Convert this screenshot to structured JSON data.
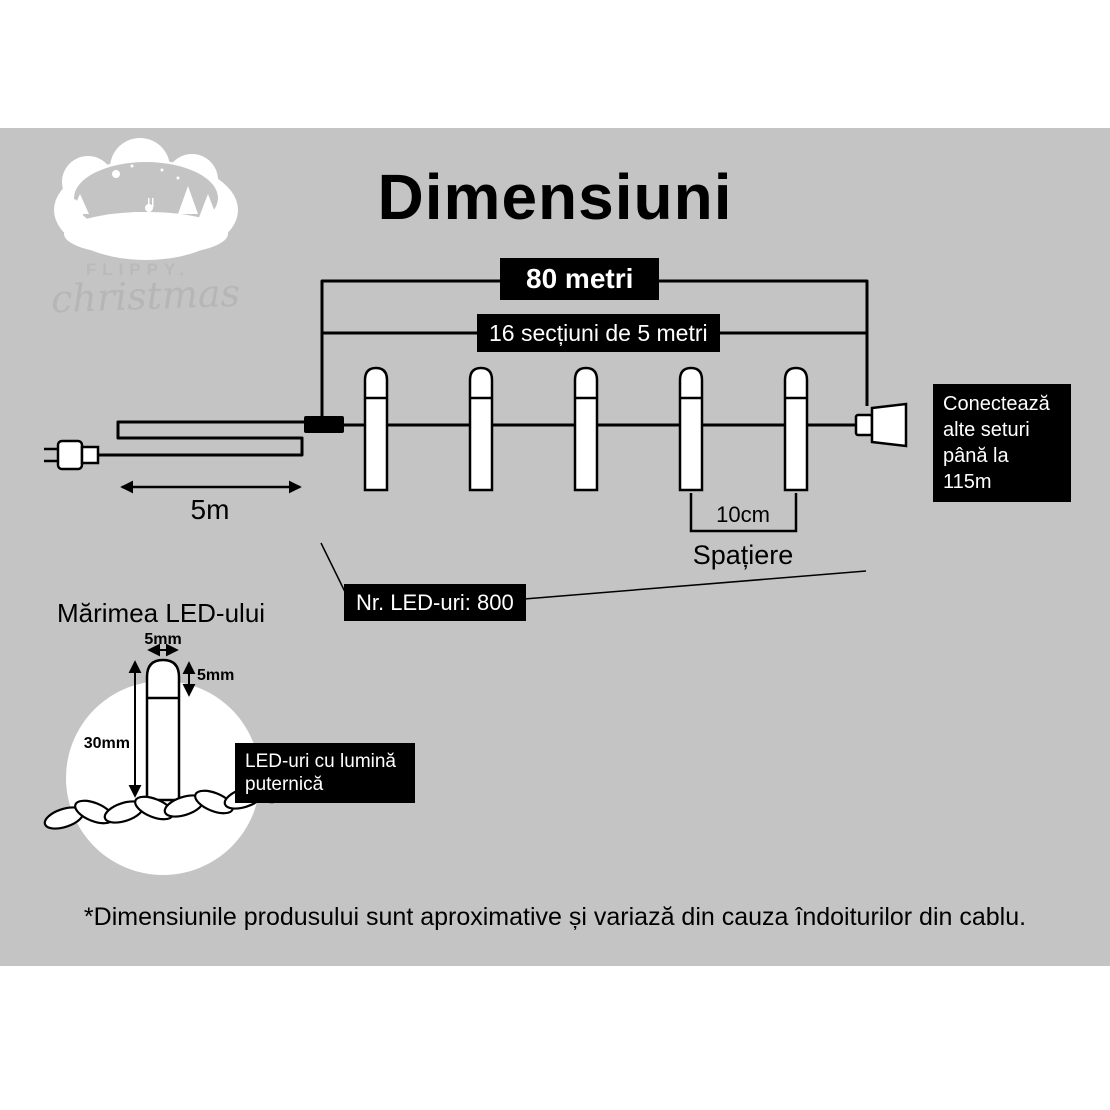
{
  "page": {
    "title": "Dimensiuni",
    "footnote": "*Dimensiunile produsului sunt aproximative și variază din cauza îndoiturilor din cablu."
  },
  "logo": {
    "brand_top": "FLIPPY.",
    "brand_script": "christmas"
  },
  "diagram": {
    "total_length_label": "80 metri",
    "sections_label": "16 secțiuni de 5 metri",
    "lead_length_label": "5m",
    "spacing_value_label": "10cm",
    "spacing_caption": "Spațiere",
    "led_count_label": "Nr. LED-uri: 800",
    "connect_note_lines": [
      "Conectează",
      "alte seturi",
      "până la 115m"
    ]
  },
  "led_detail": {
    "heading": "Mărimea LED-ului",
    "width_label": "5mm",
    "tip_label": "5mm",
    "height_label": "30mm",
    "note_lines": [
      "LED-uri cu lumină",
      "puternică"
    ]
  },
  "colors": {
    "background_band": "#c3c4c3",
    "label_bg": "#000000",
    "label_text": "#ffffff"
  }
}
